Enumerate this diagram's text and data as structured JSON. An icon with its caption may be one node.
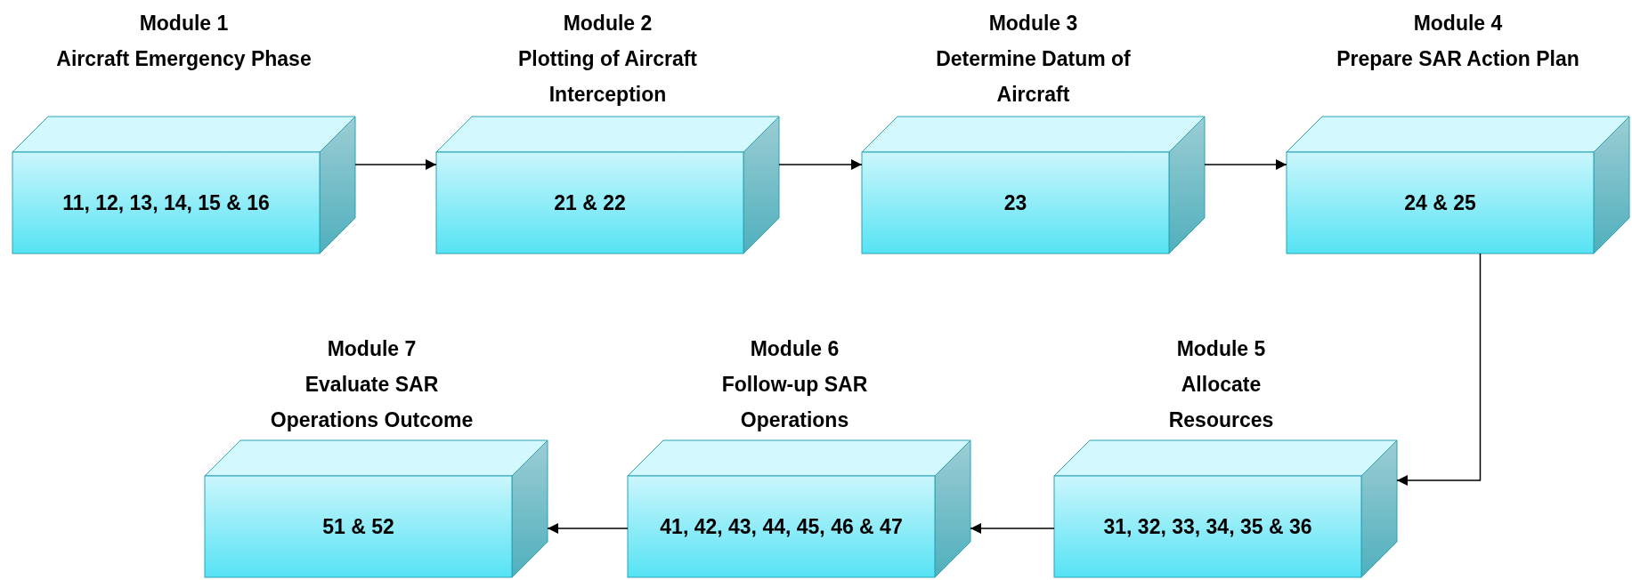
{
  "diagram": {
    "nodes": [
      {
        "text": [
          "Module 1",
          "Aircraft Emergency Phase",
          "11, 12, 13, 14, 15 & 16"
        ]
      },
      {
        "text": [
          "Module 2",
          "Plotting of Aircraft Interception",
          "21 & 22"
        ]
      },
      {
        "text": [
          "Module 3",
          "Determine Datum of Aircraft",
          "23"
        ]
      },
      {
        "text": [
          "Module 4",
          "Prepare SAR Action Plan",
          "24 & 25"
        ]
      },
      {
        "text": [
          "Module 5",
          "Allocate Resources",
          "31, 32, 33, 34, 35 & 36"
        ]
      },
      {
        "text": [
          "Module 6",
          "Follow-up SAR Operations",
          "41, 42, 43, 44, 45, 46 & 47"
        ]
      },
      {
        "text": [
          "Module 7",
          "Evaluate SAR Operations Outcome",
          "51 & 52"
        ]
      }
    ],
    "edges": [
      {
        "from": 0,
        "to": 1,
        "arrow": "to"
      },
      {
        "from": 1,
        "to": 2,
        "arrow": "to"
      },
      {
        "from": 2,
        "to": 3,
        "arrow": "to"
      },
      {
        "from": 3,
        "to": 4,
        "arrow": "to"
      },
      {
        "from": 4,
        "to": 5,
        "arrow": "to"
      },
      {
        "from": 5,
        "to": 6,
        "arrow": "to"
      }
    ]
  }
}
